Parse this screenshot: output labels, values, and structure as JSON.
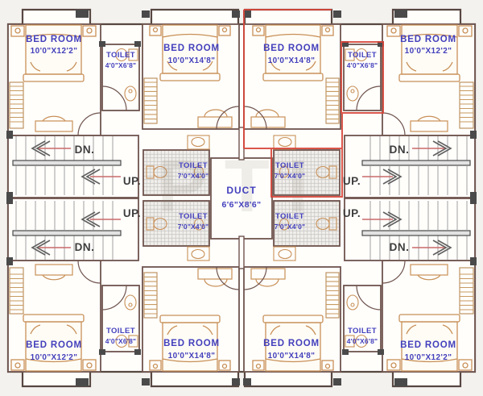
{
  "watermark": "PTI",
  "colors": {
    "wall": "#6f544e",
    "outer_wall": "#574741",
    "label_text": "#4340bd",
    "furniture": "#c89058",
    "stair_tread": "#a0a0a0",
    "arrow_line": "#c96a6a",
    "chevron": "#606060",
    "unit_highlight": "#d8453a",
    "hatch_floor": "#c6c3bf",
    "column": "#4a4a4a"
  },
  "rooms": {
    "bedrooms": [
      {
        "id": "top-left",
        "label": "BED ROOM",
        "dims": "10'0\"X12'2\""
      },
      {
        "id": "top-center-left",
        "label": "BED ROOM",
        "dims": "10'0\"X14'8\""
      },
      {
        "id": "top-center-right",
        "label": "BED ROOM",
        "dims": "10'0\"X14'8\""
      },
      {
        "id": "top-right",
        "label": "BED ROOM",
        "dims": "10'0\"X12'2\""
      },
      {
        "id": "bottom-left",
        "label": "BED ROOM",
        "dims": "10'0\"X12'2\""
      },
      {
        "id": "bottom-center-left",
        "label": "BED ROOM",
        "dims": "10'0\"X14'8\""
      },
      {
        "id": "bottom-center-right",
        "label": "BED ROOM",
        "dims": "10'0\"X14'8\""
      },
      {
        "id": "bottom-right",
        "label": "BED ROOM",
        "dims": "10'0\"X12'2\""
      }
    ],
    "corner_toilets": [
      {
        "id": "top-left",
        "label": "TOILET",
        "dims": "4'0\"X6'8\""
      },
      {
        "id": "top-right",
        "label": "TOILET",
        "dims": "4'0\"X6'8\""
      },
      {
        "id": "bottom-left",
        "label": "TOILET",
        "dims": "4'0\"X6'8\""
      },
      {
        "id": "bottom-right",
        "label": "TOILET",
        "dims": "4'0\"X6'8\""
      }
    ],
    "core_toilets": [
      {
        "id": "duct-top-left",
        "label": "TOILET",
        "dims": "7'0\"X4'0\""
      },
      {
        "id": "duct-top-right",
        "label": "TOILET",
        "dims": "7'0\"X4'0\""
      },
      {
        "id": "duct-bottom-left",
        "label": "TOILET",
        "dims": "7'0\"X4'0\""
      },
      {
        "id": "duct-bottom-right",
        "label": "TOILET",
        "dims": "7'0\"X4'0\""
      }
    ],
    "duct": {
      "label": "DUCT",
      "dims": "6'6\"X8'6\""
    }
  },
  "stairs": [
    {
      "id": "left-top",
      "first": "DN.",
      "second": "UP."
    },
    {
      "id": "left-bottom",
      "first": "UP.",
      "second": "DN."
    },
    {
      "id": "right-top",
      "first": "DN.",
      "second": "UP."
    },
    {
      "id": "right-bottom",
      "first": "UP.",
      "second": "DN."
    }
  ]
}
